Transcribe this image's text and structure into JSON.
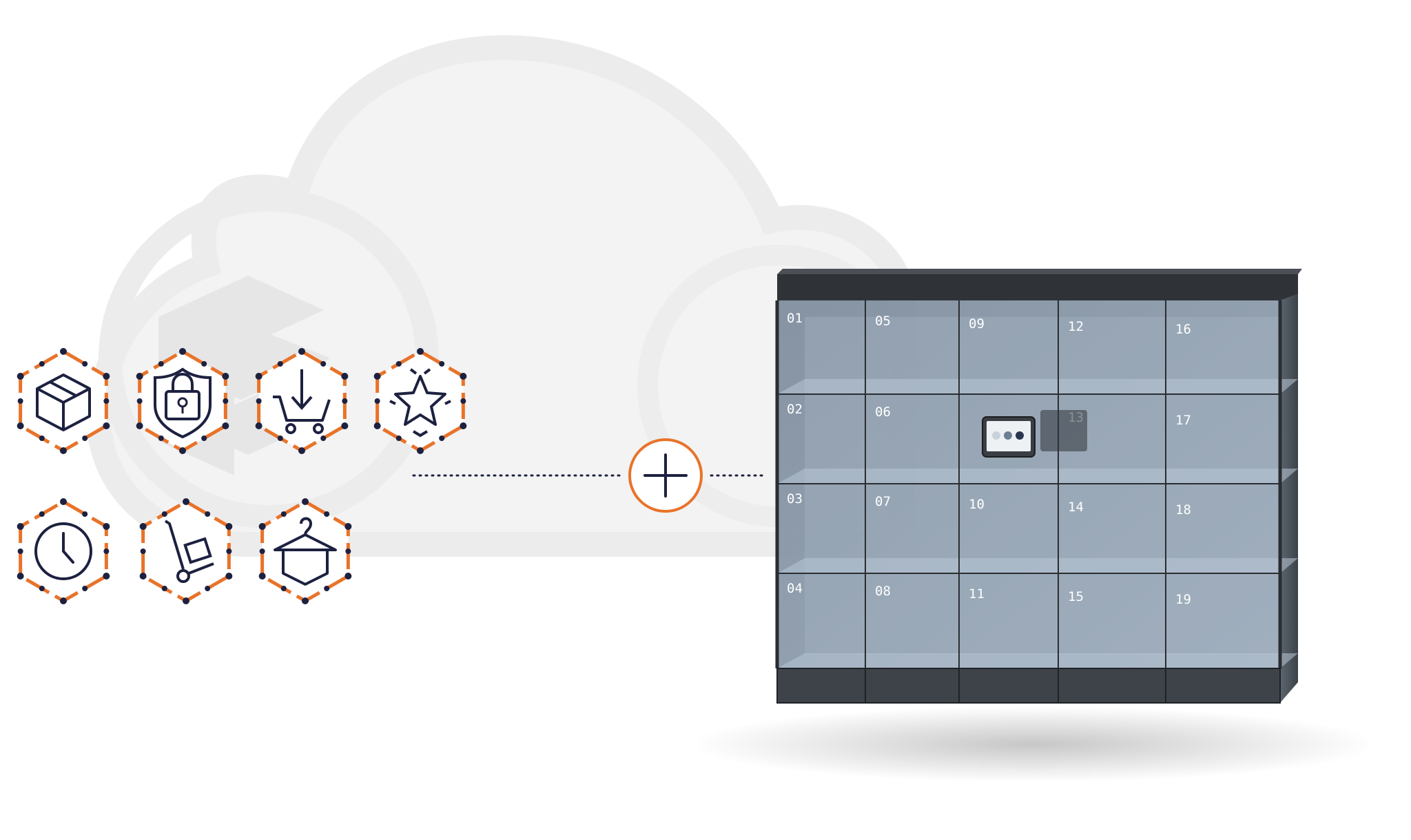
{
  "colors": {
    "accent_orange": "#e8732a",
    "navy": "#1d2140",
    "cloud": "#f2f2f2",
    "locker_glass": "#8797a8",
    "locker_frame": "#2a2d32"
  },
  "service_icons": [
    {
      "icon": "parcel-box-icon"
    },
    {
      "icon": "security-lock-shield-icon"
    },
    {
      "icon": "shopping-cart-download-icon"
    },
    {
      "icon": "star-rating-icon"
    },
    {
      "icon": "clock-icon"
    },
    {
      "icon": "hand-truck-icon"
    },
    {
      "icon": "hanger-garment-icon"
    }
  ],
  "connector_icon": "plus-icon",
  "locker": {
    "compartments": [
      {
        "col": 0,
        "row": 0,
        "label": "01"
      },
      {
        "col": 0,
        "row": 1,
        "label": "02"
      },
      {
        "col": 0,
        "row": 2,
        "label": "03"
      },
      {
        "col": 0,
        "row": 3,
        "label": "04"
      },
      {
        "col": 1,
        "row": 0,
        "label": "05"
      },
      {
        "col": 1,
        "row": 1,
        "label": "06"
      },
      {
        "col": 1,
        "row": 2,
        "label": "07"
      },
      {
        "col": 1,
        "row": 3,
        "label": "08"
      },
      {
        "col": 2,
        "row": 0,
        "label": "09"
      },
      {
        "col": 2,
        "row": 2,
        "label": "10"
      },
      {
        "col": 2,
        "row": 3,
        "label": "11"
      },
      {
        "col": 3,
        "row": 0,
        "label": "12"
      },
      {
        "col": 3,
        "row": 1,
        "label": "13"
      },
      {
        "col": 3,
        "row": 2,
        "label": "14"
      },
      {
        "col": 3,
        "row": 3,
        "label": "15"
      },
      {
        "col": 4,
        "row": 0,
        "label": "16"
      },
      {
        "col": 4,
        "row": 1,
        "label": "17"
      },
      {
        "col": 4,
        "row": 2,
        "label": "18"
      },
      {
        "col": 4,
        "row": 3,
        "label": "19"
      }
    ],
    "terminal_icon": "touchscreen-terminal-icon"
  }
}
